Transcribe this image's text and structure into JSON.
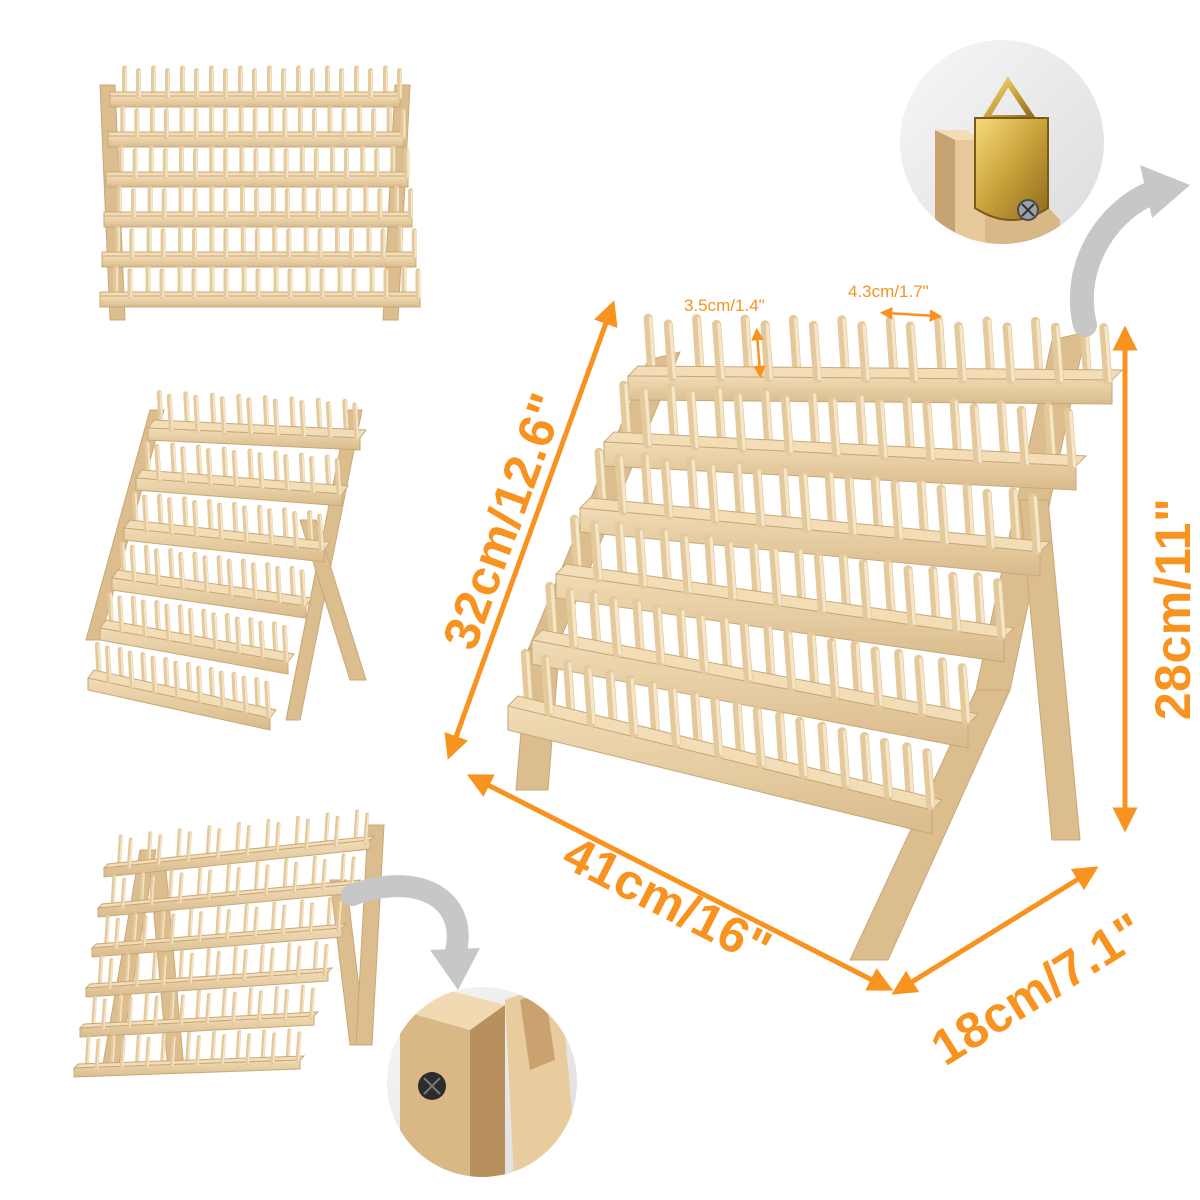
{
  "image": {
    "subject": "wooden-thread-spool-rack",
    "accent_color": "#f7931e",
    "wood_color": "#e8cfa4",
    "wood_shadow": "#c9a878",
    "inset_bg": "#efefef"
  },
  "dimensions": {
    "length_label": "41cm/16\"",
    "slant_height_label": "32cm/12.6\"",
    "height_label": "28cm/11\"",
    "depth_label": "18cm/7.1\"",
    "peg_height_label": "3.5cm/1.4\"",
    "peg_spacing_label": "4.3cm/1.7\""
  },
  "insets": {
    "top_icon": "hanging-hook-icon",
    "bottom_icon": "hinge-screw-icon"
  }
}
